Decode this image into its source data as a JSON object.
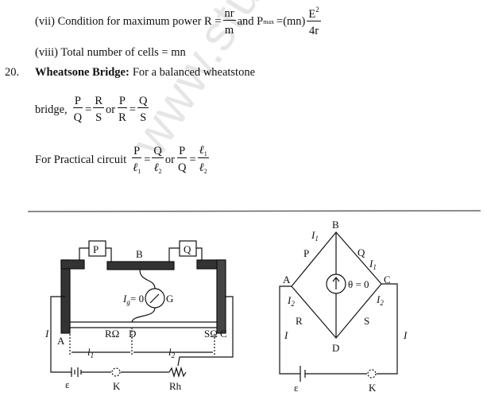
{
  "items": {
    "vii": {
      "prefix": "(vii) Condition for maximum power R =",
      "f1n": "nr",
      "f1d": "m",
      "mid": "and P",
      "sub": "max",
      "eq": "=(mn)",
      "f2n": "E",
      "f2sup": "2",
      "f2d": "4r"
    },
    "viii": {
      "text": "(viii) Total number of cells = mn"
    },
    "q20": {
      "num": "20.",
      "title": "Wheatsone Bridge:",
      "text": "For a balanced wheatstone"
    },
    "bridge": {
      "prefix": "bridge,",
      "a_n": "P",
      "a_d": "Q",
      "eq": "=",
      "b_n": "R",
      "b_d": "S",
      "or": "or",
      "c_n": "P",
      "c_d": "R",
      "d_n": "Q",
      "d_d": "S"
    },
    "practical": {
      "prefix": "For Practical circuit",
      "a_n": "P",
      "a_d": "ℓ",
      "a_ds": "1",
      "eq": "=",
      "b_n": "Q",
      "b_d": "ℓ",
      "b_ds": "2",
      "or": "or",
      "c_n": "P",
      "c_d": "Q",
      "d_n": "ℓ",
      "d_ns": "1",
      "d_d": "ℓ",
      "d_ds": "2"
    }
  },
  "left_diagram": {
    "P": "P",
    "Q": "Q",
    "B": "B",
    "ig": "I",
    "ig_sub": "g",
    "ig_eq": "= 0",
    "G": "G",
    "I": "I",
    "A": "A",
    "R": "RΩ",
    "D": "D",
    "S": "SΩ",
    "C": "C",
    "l1": "l",
    "l1s": "1",
    "l2": "l",
    "l2s": "2",
    "emf": "ε",
    "K": "K",
    "Rh": "Rh"
  },
  "right_diagram": {
    "B": "B",
    "I1": "I",
    "I1s": "1",
    "P": "P",
    "Q": "Q",
    "I1b": "I",
    "I1bs": "1",
    "A": "A",
    "C": "C",
    "theta": "θ = 0",
    "I2": "I",
    "I2s": "2",
    "I2b": "I",
    "I2bs": "2",
    "R": "R",
    "S": "S",
    "I": "I",
    "Iright": "I",
    "D": "D",
    "emf": "ε",
    "K": "K"
  },
  "watermark": "www.studiestoday.com"
}
